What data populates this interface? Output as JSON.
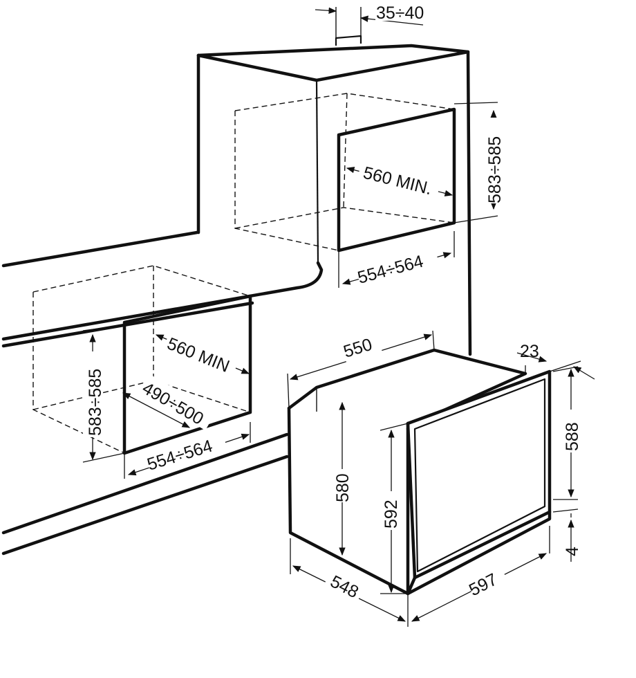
{
  "diagram": {
    "labels": {
      "gap_top": "35÷40",
      "upper_niche_height": "583÷585",
      "upper_niche_depth": "560 MIN.",
      "upper_niche_width": "554÷564",
      "lower_niche_height": "583÷585",
      "lower_niche_depth": "560 MIN",
      "lower_niche_inner": "490÷500",
      "lower_niche_width": "554÷564",
      "oven_top_depth": "550",
      "oven_front_offset": "23",
      "oven_front_height": "588",
      "oven_bottom_offset": "4",
      "oven_side_height": "580",
      "oven_body_height": "592",
      "oven_depth": "548",
      "oven_width": "597"
    }
  }
}
